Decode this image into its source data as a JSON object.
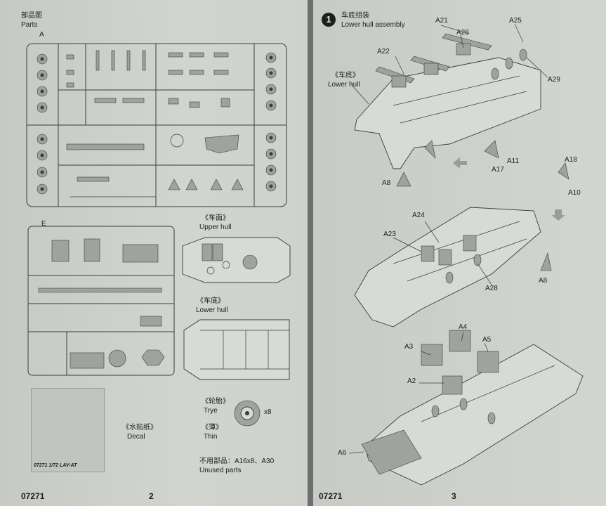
{
  "left_page": {
    "heading_cn": "部品图",
    "heading_en": "Parts",
    "sprue_a_label": "A",
    "sprue_e_label": "E",
    "upper_hull_cn": "《车面》",
    "upper_hull_en": "Upper hull",
    "lower_hull_cn": "《车底》",
    "lower_hull_en": "Lower hull",
    "tyre_cn": "《轮胎》",
    "tyre_en": "Trye",
    "tyre_qty": "x8",
    "thin_cn": "《薄》",
    "thin_en": "Thin",
    "decal_cn": "《水贴纸》",
    "decal_en": "Decal",
    "decal_caption": "07271 1/72 LAV-AT",
    "unused_cn": "不用部品：A16x8、A30",
    "unused_en": "Unused parts",
    "footer_code": "07271",
    "page_number": "2"
  },
  "right_page": {
    "step_number": "1",
    "step_title_cn": "车底组装",
    "step_title_en": "Lower hull assembly",
    "lower_hull_cn": "《车底》",
    "lower_hull_en": "Lower hull",
    "callouts": [
      "A21",
      "A25",
      "A26",
      "A22",
      "A29",
      "A11",
      "A17",
      "A18",
      "A10",
      "A8",
      "A24",
      "A23",
      "A28",
      "A8",
      "A4",
      "A3",
      "A5",
      "A2",
      "A6"
    ],
    "footer_code": "07271",
    "page_number": "3"
  },
  "colors": {
    "paper": "#cdcfc9",
    "ink": "#1d1f1e",
    "gutter": "#6d6f6e"
  }
}
